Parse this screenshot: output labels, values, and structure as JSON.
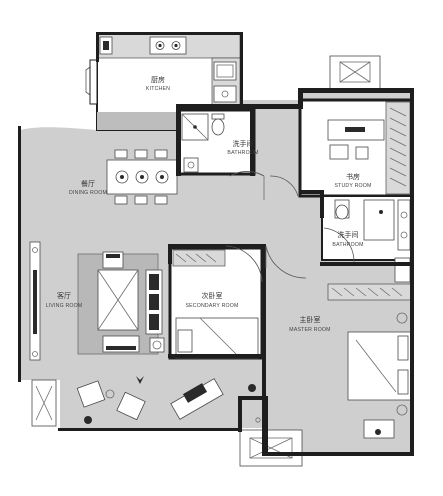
{
  "rooms": {
    "kitchen": {
      "cn": "厨房",
      "en": "KITCHEN"
    },
    "dining": {
      "cn": "餐厅",
      "en": "DINING ROOM"
    },
    "bath1": {
      "cn": "洗手间",
      "en": "BATHROOM"
    },
    "study": {
      "cn": "书房",
      "en": "STUDY ROOM"
    },
    "bath2": {
      "cn": "洗手间",
      "en": "BATHROOM"
    },
    "living": {
      "cn": "客厅",
      "en": "LIVING ROOM"
    },
    "secondary": {
      "cn": "次卧室",
      "en": "SECONDARY ROOM"
    },
    "master": {
      "cn": "主卧室",
      "en": "MASTER ROOM"
    }
  },
  "colors": {
    "floor": "#cfcfcf",
    "wall": "#1e1e1e",
    "rug": "#bdbdbd",
    "furniture": "#ffffff"
  }
}
